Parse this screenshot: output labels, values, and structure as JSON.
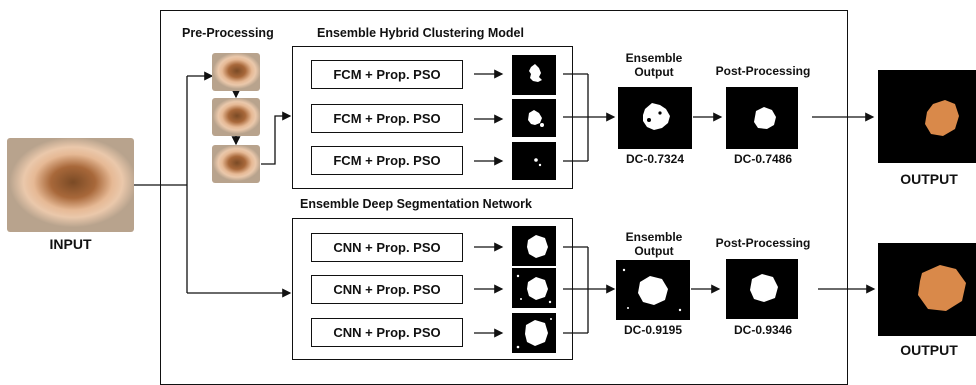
{
  "input": {
    "label": "INPUT"
  },
  "preprocessing": {
    "title": "Pre-Processing"
  },
  "clustering": {
    "title": "Ensemble Hybrid Clustering Model",
    "methods": [
      "FCM + Prop. PSO",
      "FCM + Prop. PSO",
      "FCM + Prop. PSO"
    ],
    "ensemble_label": "Ensemble Output",
    "ensemble_dc": "DC-0.7324",
    "post_label": "Post-Processing",
    "post_dc": "DC-0.7486",
    "output_label": "OUTPUT"
  },
  "deep": {
    "title": "Ensemble Deep Segmentation Network",
    "methods": [
      "CNN + Prop. PSO",
      "CNN + Prop. PSO",
      "CNN + Prop. PSO"
    ],
    "ensemble_label": "Ensemble Output",
    "ensemble_dc": "DC-0.9195",
    "post_label": "Post-Processing",
    "post_dc": "DC-0.9346",
    "output_label": "OUTPUT"
  },
  "colors": {
    "line": "#111111",
    "mask_bg": "#000000",
    "mask_fg": "#ffffff",
    "lesion": "#d9894a"
  }
}
